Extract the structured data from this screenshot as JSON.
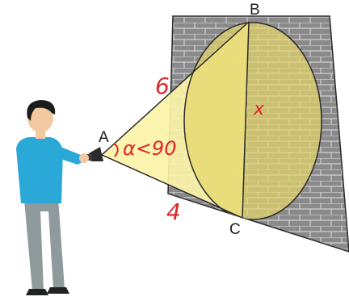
{
  "labels": {
    "point_a": "A",
    "point_b": "B",
    "point_c": "C"
  },
  "annotations": {
    "side_ab": "6",
    "side_ac": "4",
    "chord_bc": "x",
    "angle_condition": "α<90"
  },
  "colors": {
    "beam": "#fbf3a8",
    "spotlight": "#e6d66a",
    "wall": "#8a8a8a",
    "brick_line": "#d8d8d8",
    "outline": "#2b2b2b",
    "annotation": "#e0242a",
    "shirt": "#2aa8d8",
    "pants": "#8f9a9c"
  }
}
